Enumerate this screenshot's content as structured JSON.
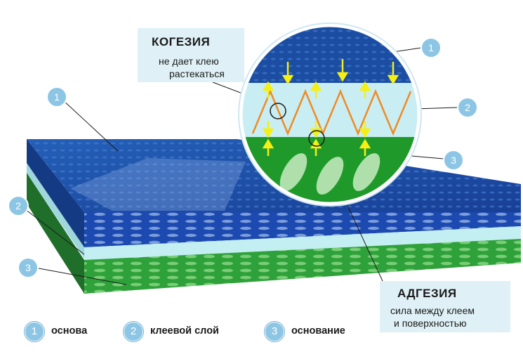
{
  "diagram": {
    "numbers": {
      "one": "1",
      "two": "2",
      "three": "3"
    },
    "cohesion": {
      "title": "КОГЕЗИЯ",
      "line1": "не дает клею",
      "line2": "растекаться"
    },
    "adhesion": {
      "title": "АДГЕЗИЯ",
      "line1": "сила между клеем",
      "line2": "и поверхностью"
    },
    "legend": [
      {
        "number": "1",
        "label": "основа"
      },
      {
        "number": "2",
        "label": "клеевой слой"
      },
      {
        "number": "3",
        "label": "основание"
      }
    ]
  },
  "colors": {
    "top_layer": "#1c4fa6",
    "top_layer_dark": "#163f8c",
    "adhesive_layer": "#bfeaf1",
    "substrate_layer": "#2f9b3a",
    "arrow_orange": "#f08a24",
    "arrow_yellow": "#f5ef14",
    "badge": "#8dc6e4",
    "callout_bg": "#dff1f7"
  }
}
